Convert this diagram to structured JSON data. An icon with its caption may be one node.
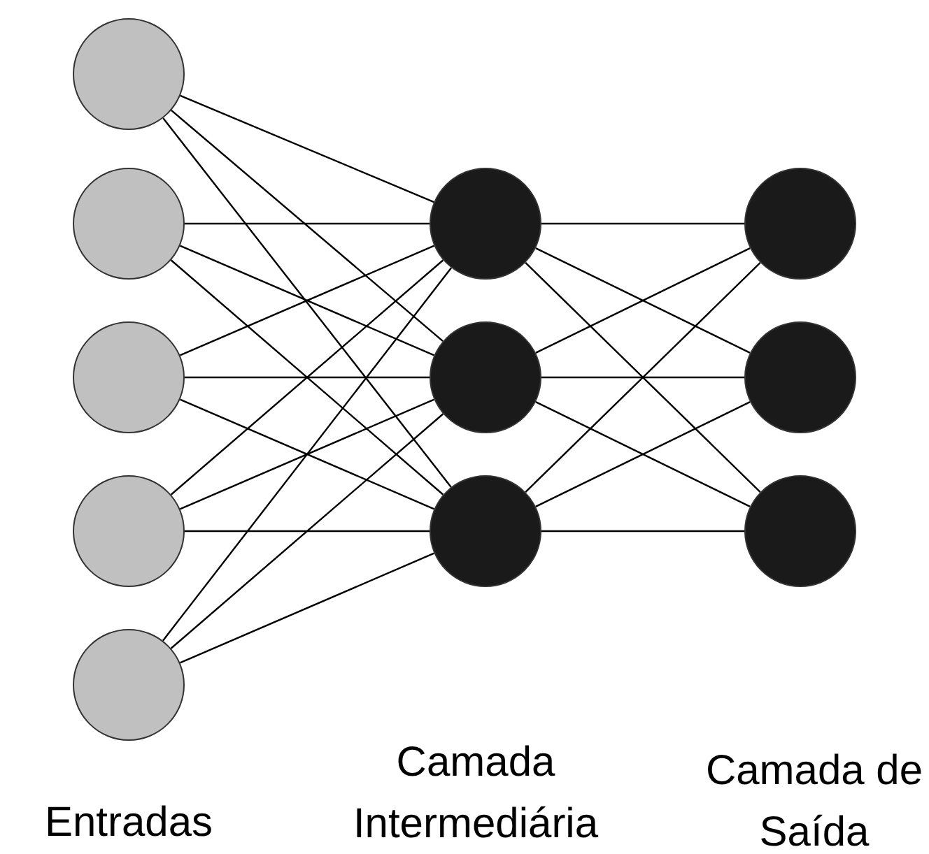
{
  "diagram": {
    "nodes": [
      {
        "text": [],
        "shape": "circle"
      },
      {
        "text": [],
        "shape": "circle"
      },
      {
        "text": [],
        "shape": "circle"
      },
      {
        "text": [],
        "shape": "circle"
      },
      {
        "text": [],
        "shape": "circle"
      },
      {
        "text": [],
        "shape": "circle"
      },
      {
        "text": [],
        "shape": "circle"
      },
      {
        "text": [],
        "shape": "circle"
      },
      {
        "text": [],
        "shape": "circle"
      },
      {
        "text": [],
        "shape": "circle"
      },
      {
        "text": [],
        "shape": "circle"
      }
    ],
    "edges": [
      {
        "from": 0,
        "to": 5,
        "arrow": "none"
      },
      {
        "from": 0,
        "to": 6,
        "arrow": "none"
      },
      {
        "from": 0,
        "to": 7,
        "arrow": "none"
      },
      {
        "from": 1,
        "to": 5,
        "arrow": "none"
      },
      {
        "from": 1,
        "to": 6,
        "arrow": "none"
      },
      {
        "from": 1,
        "to": 7,
        "arrow": "none"
      },
      {
        "from": 2,
        "to": 5,
        "arrow": "none"
      },
      {
        "from": 2,
        "to": 6,
        "arrow": "none"
      },
      {
        "from": 2,
        "to": 7,
        "arrow": "none"
      },
      {
        "from": 3,
        "to": 5,
        "arrow": "none"
      },
      {
        "from": 3,
        "to": 6,
        "arrow": "none"
      },
      {
        "from": 3,
        "to": 7,
        "arrow": "none"
      },
      {
        "from": 4,
        "to": 5,
        "arrow": "none"
      },
      {
        "from": 4,
        "to": 6,
        "arrow": "none"
      },
      {
        "from": 4,
        "to": 7,
        "arrow": "none"
      },
      {
        "from": 5,
        "to": 8,
        "arrow": "none"
      },
      {
        "from": 5,
        "to": 9,
        "arrow": "none"
      },
      {
        "from": 5,
        "to": 10,
        "arrow": "none"
      },
      {
        "from": 6,
        "to": 8,
        "arrow": "none"
      },
      {
        "from": 6,
        "to": 9,
        "arrow": "none"
      },
      {
        "from": 6,
        "to": 10,
        "arrow": "none"
      },
      {
        "from": 7,
        "to": 8,
        "arrow": "none"
      },
      {
        "from": 7,
        "to": 9,
        "arrow": "none"
      },
      {
        "from": 7,
        "to": 10,
        "arrow": "none"
      }
    ],
    "labels": [
      "Camada Intermediária",
      "Camada de Saída",
      "Entradas"
    ]
  }
}
